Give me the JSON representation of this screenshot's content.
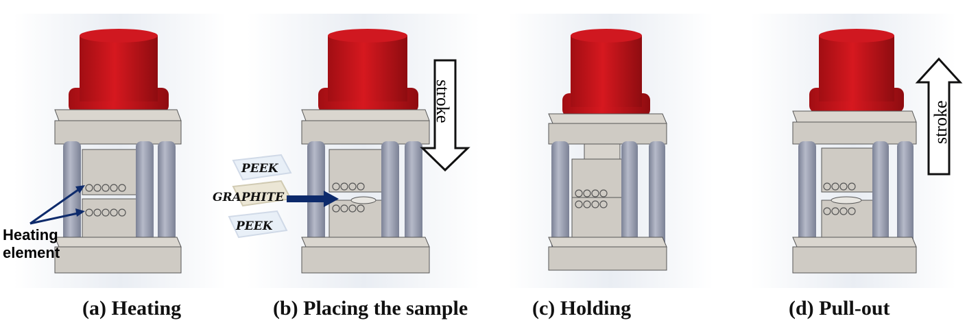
{
  "panels": [
    {
      "caption": "(a) Heating"
    },
    {
      "caption": "(b) Placing the sample"
    },
    {
      "caption": "(c) Holding"
    },
    {
      "caption": "(d) Pull-out"
    }
  ],
  "annotations": {
    "heating_element_line1": "Heating",
    "heating_element_line2": "element",
    "sample_layers": [
      "PEEK",
      "GRAPHITE",
      "PEEK"
    ],
    "stroke_label": "stroke"
  },
  "colors": {
    "ram": "#c8141b",
    "ram_dark": "#8e0c10",
    "block": "#cfcbc4",
    "block_dark": "#a9a59e",
    "column": "#8e93a6",
    "column_light": "#b6bac9",
    "arrow_navy": "#0d2a6b",
    "background_haze": "#e8ecf3"
  },
  "icons": {
    "stroke_down": "arrow-down-outline",
    "stroke_up": "arrow-up-outline",
    "insert_arrow": "arrow-right-solid"
  }
}
